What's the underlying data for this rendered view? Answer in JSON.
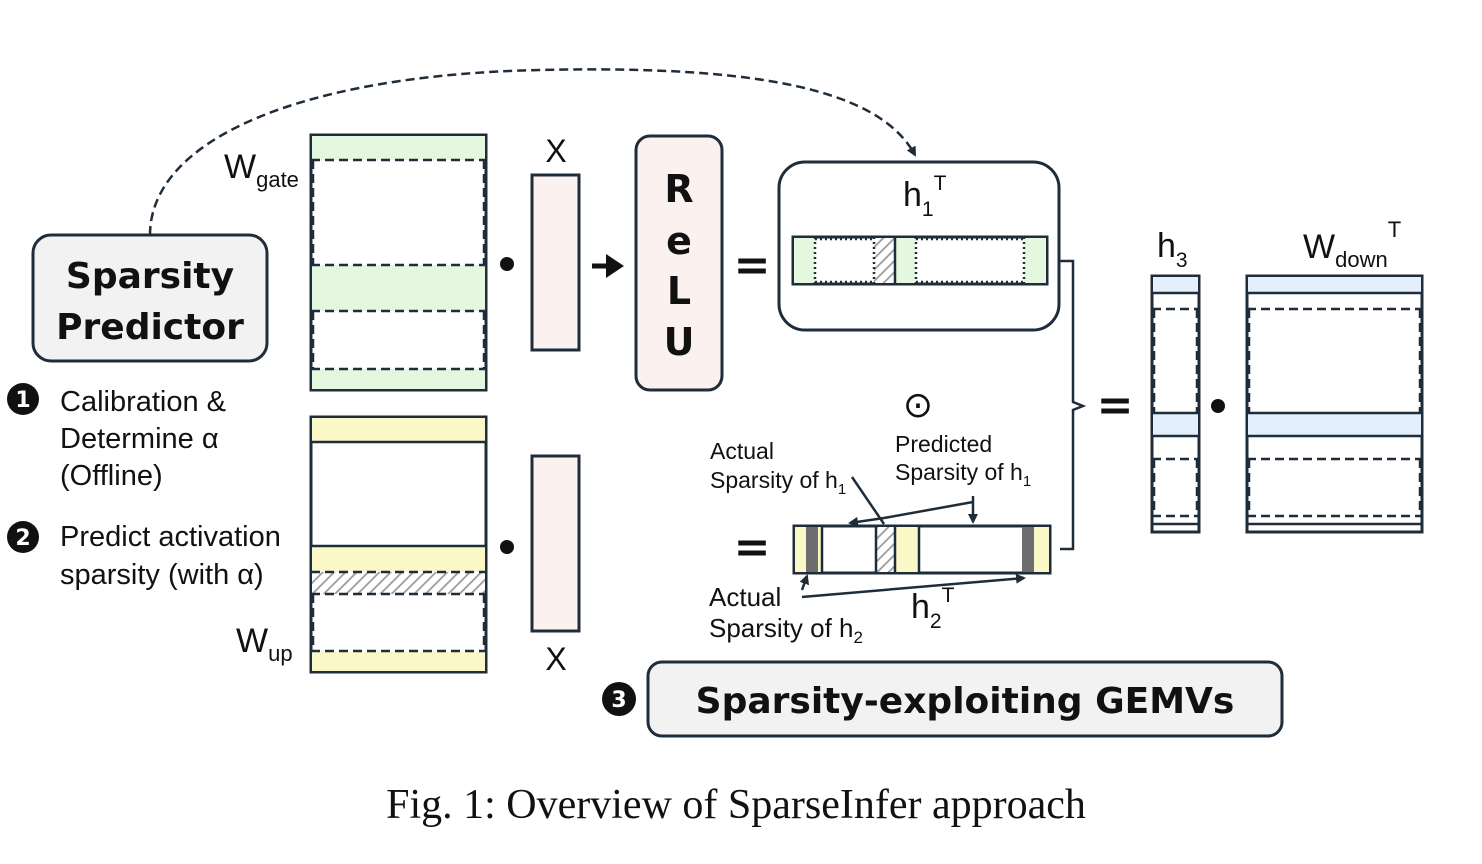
{
  "colors": {
    "gate_active": "#e6f7df",
    "up_active": "#fbf8c8",
    "down_active": "#e3f0fb",
    "relu_fill": "#fbf2f0",
    "x_fill": "#fbf2f0",
    "stroke": "#1f2d3a",
    "hatch": "#9a9a9a",
    "box_fill": "#f2f2f2"
  },
  "predictor": {
    "line1": "Sparsity",
    "line2": "Predictor"
  },
  "steps": [
    {
      "num": "1",
      "lines": [
        "Calibration &",
        "Determine α",
        "(Offline)"
      ]
    },
    {
      "num": "2",
      "lines": [
        "Predict activation",
        "sparsity (with α)"
      ]
    },
    {
      "num": "3",
      "label": "Sparsity-exploiting GEMVs"
    }
  ],
  "labels": {
    "w_gate_main": "W",
    "w_gate_sub": "gate",
    "w_up_main": "W",
    "w_up_sub": "up",
    "w_down_main": "W",
    "w_down_sub": "down",
    "w_down_sup": "T",
    "h1_main": "h",
    "h1_sub": "1",
    "h1_sup": "T",
    "h2_main": "h",
    "h2_sub": "2",
    "h2_sup": "T",
    "h3_main": "h",
    "h3_sub": "3",
    "x_top": "X",
    "x_bottom": "X",
    "relu": [
      "R",
      "e",
      "L",
      "U"
    ],
    "dot_op": "•",
    "arrow_op": "➔",
    "equals": "=",
    "hadamard": "⊙",
    "actual_h1": [
      "Actual",
      "Sparsity of h",
      "1"
    ],
    "predicted_h1": [
      "Predicted",
      "Sparsity of h",
      "1"
    ],
    "actual_h2": [
      "Actual",
      "Sparsity of h",
      "2"
    ]
  },
  "caption": "Fig. 1: Overview of SparseInfer approach"
}
